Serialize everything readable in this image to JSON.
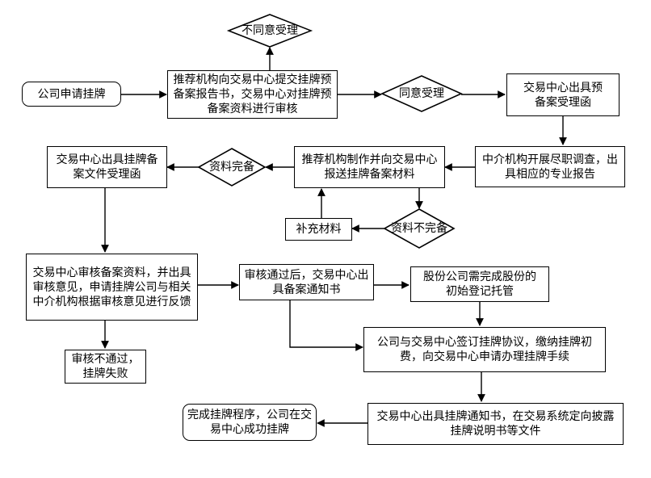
{
  "nodes": {
    "company_apply": "公司申请挂牌",
    "sponsor_submit": "推荐机构向交易中心提交挂牌预备案报告书，交易中心对挂牌预备案资料进行审核",
    "not_accepted": "不同意受理",
    "accepted": "同意受理",
    "center_prefiling_letter": "交易中心出具预备案受理函",
    "intermediary_dd": "中介机构开展尽职调查，出具相应的专业报告",
    "sponsor_prepare": "推荐机构制作并向交易中心报送挂牌备案材料",
    "docs_complete": "资料完备",
    "center_filing_letter": "交易中心出具挂牌备案文件受理函",
    "supplement": "补充材料",
    "docs_incomplete": "资料不完备",
    "center_review": "交易中心审核备案资料，并出具审核意见，申请挂牌公司与相关中介机构根据审核意见进行反馈",
    "review_fail": "审核不通过，挂牌失败",
    "review_pass": "审核通过后，交易中心出具备案通知书",
    "custody": "股份公司需完成股份的初始登记托管",
    "sign_agreement": "公司与交易中心签订挂牌协议，缴纳挂牌初费，向交易中心申请办理挂牌手续",
    "listing_notice": "交易中心出具挂牌通知书，在交易系统定向披露挂牌说明书等文件",
    "complete": "完成挂牌程序，公司在交易中心成功挂牌"
  }
}
